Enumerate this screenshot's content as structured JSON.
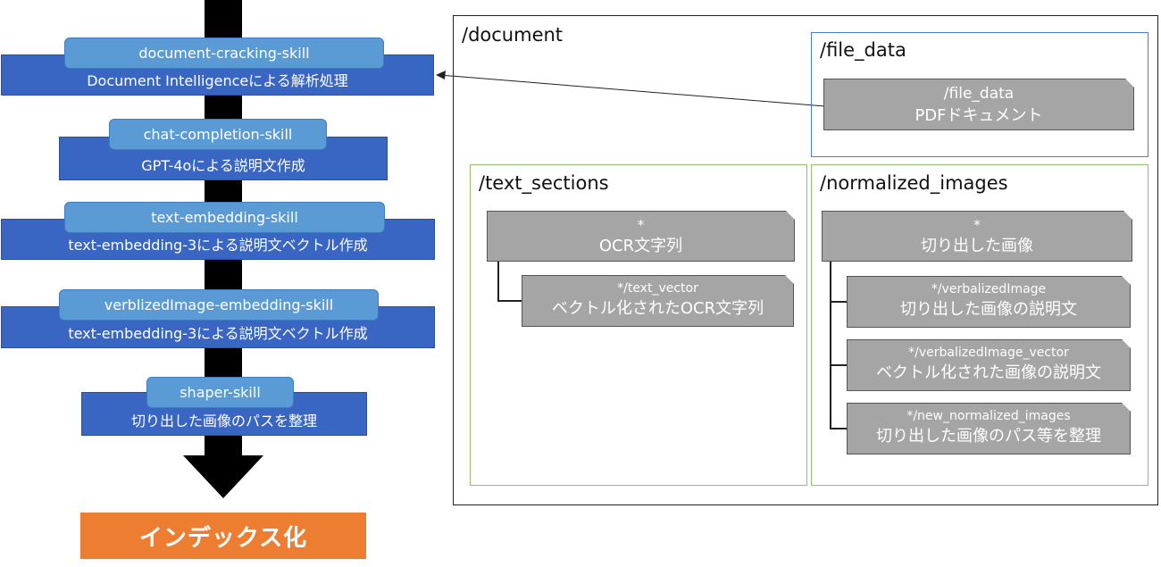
{
  "pipeline": {
    "skills": [
      {
        "name": "document-cracking-skill",
        "description": "Document Intelligenceによる解析処理"
      },
      {
        "name": "chat-completion-skill",
        "description": "GPT-4oによる説明文作成"
      },
      {
        "name": "text-embedding-skill",
        "description": "text-embedding-3による説明文ベクトル作成"
      },
      {
        "name": "verblizedImage-embedding-skill",
        "description": "text-embedding-3による説明文ベクトル作成"
      },
      {
        "name": "shaper-skill",
        "description": "切り出した画像のパスを整理"
      }
    ],
    "final_label": "インデックス化"
  },
  "tree": {
    "root_label": "/document",
    "file_data": {
      "label": "/file_data",
      "node": {
        "path": "/file_data",
        "text": "PDFドキュメント"
      }
    },
    "text_sections": {
      "label": "/text_sections",
      "node": {
        "path": "*",
        "text": "OCR文字列"
      },
      "child": {
        "path": "*/text_vector",
        "text": "ベクトル化されたOCR文字列"
      }
    },
    "normalized_images": {
      "label": "/normalized_images",
      "node": {
        "path": "*",
        "text": "切り出した画像"
      },
      "children": [
        {
          "path": "*/verbalizedImage",
          "text": "切り出した画像の説明文"
        },
        {
          "path": "*/verbalizedImage_vector",
          "text": "ベクトル化された画像の説明文"
        },
        {
          "path": "*/new_normalized_images",
          "text": "切り出した画像のパス等を整理"
        }
      ]
    }
  },
  "colors": {
    "description_bar": "#3a66c3",
    "skill_pill": "#5b9bd5",
    "index_box": "#ed7d31",
    "node_fill": "#a5a5a5",
    "file_data_frame": "#4a7cd4",
    "section_frame": "#8dc26b"
  }
}
